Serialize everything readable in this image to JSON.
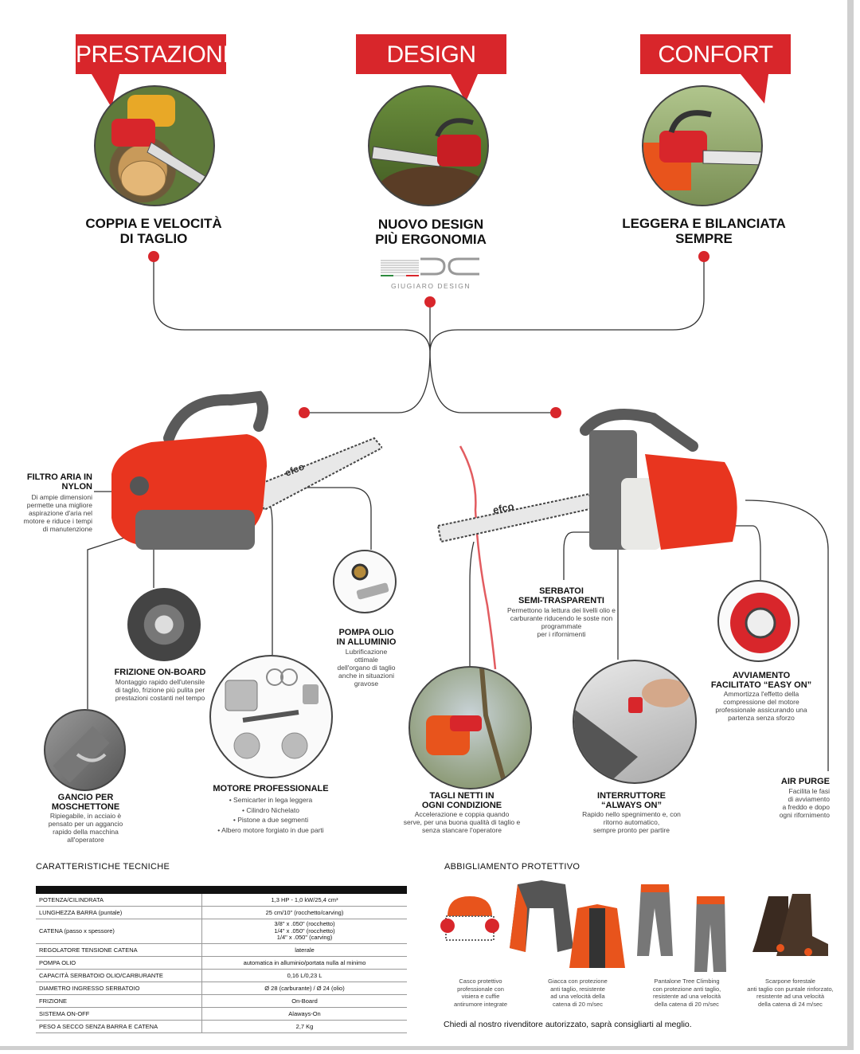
{
  "ribbons": [
    {
      "label": "PRESTAZIONI"
    },
    {
      "label": "DESIGN"
    },
    {
      "label": "CONFORT"
    }
  ],
  "headlines": [
    {
      "line1": "COPPIA E VELOCITÀ",
      "line2": "DI TAGLIO"
    },
    {
      "line1": "NUOVO DESIGN",
      "line2": "PIÙ ERGONOMIA"
    },
    {
      "line1": "LEGGERA E BILANCIATA",
      "line2": "SEMPRE"
    }
  ],
  "design_logo": {
    "text": "GIUGIARO DESIGN"
  },
  "features": {
    "filtro": {
      "title1": "FILTRO ARIA IN",
      "title2": "NYLON",
      "desc": [
        "Di ampie dimensioni",
        "permette una migliore",
        "aspirazione d'aria nel",
        "motore e riduce i tempi",
        "di manutenzione"
      ]
    },
    "frizione": {
      "title": "FRIZIONE ON-BOARD",
      "desc": [
        "Montaggio rapido dell'utensile",
        "di taglio, frizione più pulita per",
        "prestazioni costanti nel tempo"
      ]
    },
    "pompa": {
      "title1": "POMPA OLIO",
      "title2": "IN ALLUMINIO",
      "desc": [
        "Lubrificazione",
        "ottimale",
        "dell'organo di taglio",
        "anche in situazioni",
        "gravose"
      ]
    },
    "gancio": {
      "title1": "GANCIO PER",
      "title2": "MOSCHETTONE",
      "desc": [
        "Ripiegabile, in acciaio è",
        "pensato per un aggancio",
        "rapido della macchina",
        "all'operatore"
      ]
    },
    "motore": {
      "title": "MOTORE PROFESSIONALE",
      "desc": [
        "• Semicarter in lega leggera",
        "• Cilindro Nichelato",
        "• Pistone a due segmenti",
        "• Albero motore forgiato in due parti"
      ]
    },
    "serbatoi": {
      "title1": "SERBATOI",
      "title2": "SEMI-TRASPARENTI",
      "desc": [
        "Permettono la lettura dei livelli olio e",
        "carburante riducendo le soste non",
        "programmate",
        "per i  rifornimenti"
      ]
    },
    "tagli": {
      "title1": "TAGLI NETTI IN",
      "title2": "OGNI CONDIZIONE",
      "desc": [
        "Accelerazione e coppia quando",
        "serve, per una buona qualità di taglio e",
        "senza stancare l'operatore"
      ]
    },
    "interruttore": {
      "title1": "INTERRUTTORE",
      "title2": "“ALWAYS ON”",
      "desc": [
        "Rapido nello spegnimento e, con",
        "ritorno automatico,",
        "sempre pronto per partire"
      ]
    },
    "avviamento": {
      "title1": "AVVIAMENTO",
      "title2": "FACILITATO “EASY ON”",
      "desc": [
        "Ammortizza l'effetto della",
        "compressione del motore",
        "professionale assicurando una",
        "partenza senza sforzo"
      ]
    },
    "airpurge": {
      "title": "AIR PURGE",
      "desc": [
        "Facilita le fasi",
        "di avviamento",
        "a freddo e dopo",
        "ogni rifornimento"
      ]
    }
  },
  "specs": {
    "title": "CARATTERISTICHE TECNICHE",
    "rows": [
      {
        "label": "POTENZA/CILINDRATA",
        "value": "1,3 HP - 1,0 kW/25,4 cm³"
      },
      {
        "label": "LUNGHEZZA BARRA (puntale)",
        "value": "25 cm/10\" (rocchetto/carving)"
      },
      {
        "label": "CATENA (passo x spessore)",
        "value": "3/8\" x .050\" (rocchetto)\n1/4\" x .050\" (rocchetto)\n1/4\" x .050\" (carving)"
      },
      {
        "label": "REGOLATORE TENSIONE CATENA",
        "value": "laterale"
      },
      {
        "label": "POMPA OLIO",
        "value": "automatica in alluminio/portata nulla al minimo"
      },
      {
        "label": "CAPACITÀ SERBATOIO OLIO/CARBURANTE",
        "value": "0,16 L/0,23 L"
      },
      {
        "label": "DIAMETRO INGRESSO SERBATOIO",
        "value": "Ø 28 (carburante) / Ø 24 (olio)"
      },
      {
        "label": "FRIZIONE",
        "value": "On-Board"
      },
      {
        "label": "SISTEMA ON-OFF",
        "value": "Alaways-On"
      },
      {
        "label": "PESO A SECCO SENZA BARRA E CATENA",
        "value": "2,7 Kg"
      }
    ]
  },
  "gear": {
    "title": "ABBIGLIAMENTO PROTETTIVO",
    "items": [
      {
        "caption": [
          "Casco protettivo",
          "professionale con",
          "visiera e cuffie",
          "antirumore integrate"
        ]
      },
      {
        "caption": [
          "Giacca con protezione",
          "anti taglio, resistente",
          "ad una velocità della",
          "catena di 20 m/sec"
        ]
      },
      {
        "caption": [
          "Pantalone Tree Climbing",
          "con protezione anti taglio,",
          "resistente ad una velocità",
          "della catena di 20 m/sec"
        ]
      },
      {
        "caption": [
          "Scarpone forestale",
          "anti taglio con puntale rinforzato,",
          "resistente ad una velocità",
          "della catena di 24 m/sec"
        ]
      }
    ],
    "note": "Chiedi al nostro rivenditore autorizzato, saprà consigliarti al meglio."
  },
  "brand": {
    "chainsaw_bar": "efco"
  },
  "colors": {
    "accent": "#d8262b",
    "dark": "#3a3a3a",
    "orange": "#e8541c"
  }
}
